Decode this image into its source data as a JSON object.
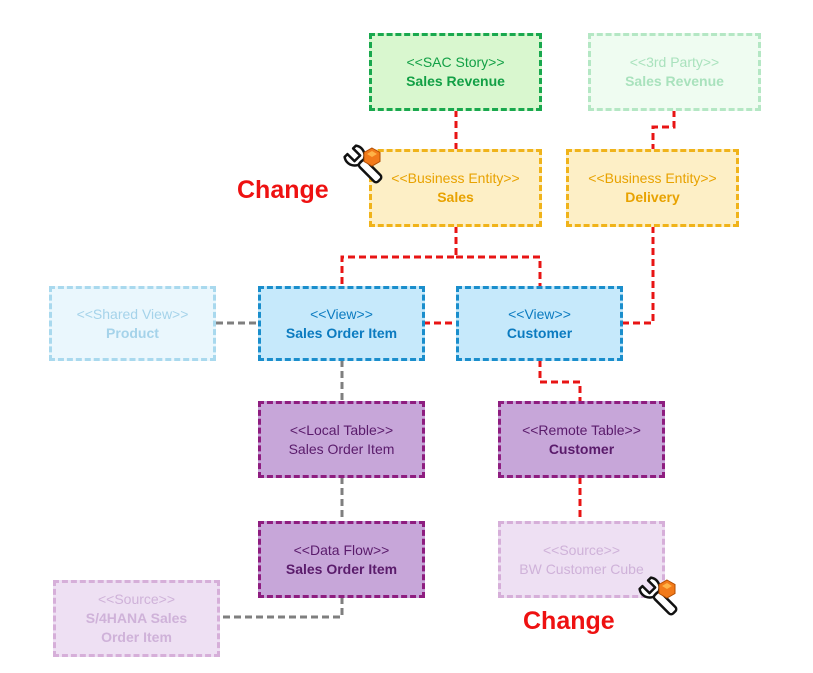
{
  "nodes": {
    "sac_story": {
      "stereotype": "<<SAC Story>>",
      "name": "Sales Revenue"
    },
    "third_party": {
      "stereotype": "<<3rd Party>>",
      "name": "Sales Revenue"
    },
    "be_sales": {
      "stereotype": "<<Business Entity>>",
      "name": "Sales"
    },
    "be_delivery": {
      "stereotype": "<<Business Entity>>",
      "name": "Delivery"
    },
    "shared_view_product": {
      "stereotype": "<<Shared View>>",
      "name": "Product"
    },
    "view_sales_order_item": {
      "stereotype": "<<View>>",
      "name": "Sales Order Item"
    },
    "view_customer": {
      "stereotype": "<<View>>",
      "name": "Customer"
    },
    "local_table": {
      "stereotype": "<<Local Table>>",
      "name": "Sales Order Item"
    },
    "remote_table": {
      "stereotype": "<<Remote Table>>",
      "name": "Customer"
    },
    "data_flow": {
      "stereotype": "<<Data Flow>>",
      "name": "Sales Order Item"
    },
    "source_bw": {
      "stereotype": "<<Source>>",
      "name": "BW Customer Cube"
    },
    "source_s4": {
      "stereotype": "<<Source>>",
      "name_line1": "S/4HANA Sales",
      "name_line2": "Order Item"
    }
  },
  "annotations": {
    "change_top": "Change",
    "change_bottom": "Change"
  },
  "icons": {
    "change_icon": "wrench-hexagon-icon"
  },
  "colors": {
    "changed_path": "#e81414",
    "unchanged_path": "#7f7f7f",
    "change_text": "#ee1111"
  }
}
